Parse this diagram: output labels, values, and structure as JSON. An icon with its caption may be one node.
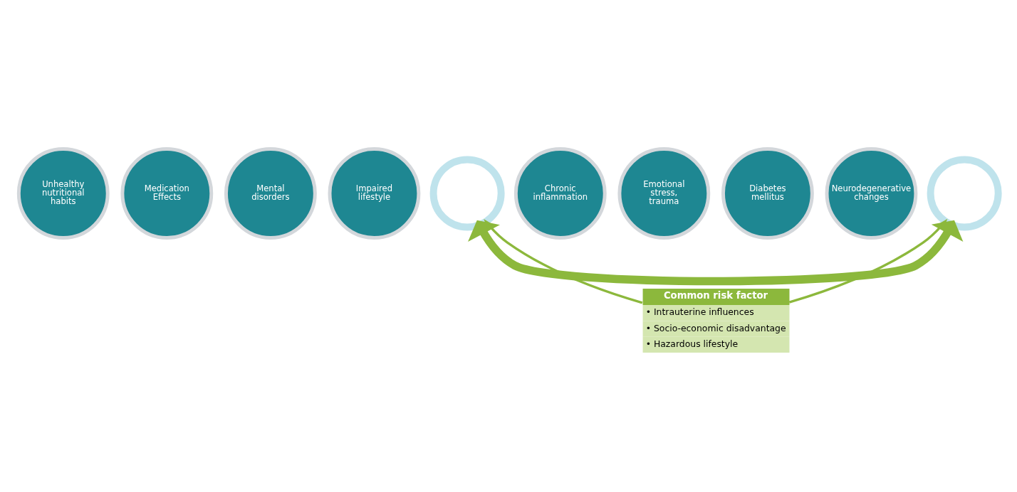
{
  "diagram": {
    "nodes": [
      {
        "text": [],
        "shape": "circle"
      },
      {
        "text": [
          "Impaired lifestyle"
        ]
      },
      {
        "text": [
          "Mental disorders"
        ]
      },
      {
        "text": [
          "Medication Effects"
        ]
      },
      {
        "text": [
          "Unhealthy nutritional habits"
        ]
      },
      {
        "text": [],
        "shape": "circle"
      },
      {
        "text": [
          "Neurodegenerative changes"
        ]
      },
      {
        "text": [
          "Diabetes mellitus"
        ]
      },
      {
        "text": [
          "Emotional stress, trauma"
        ]
      },
      {
        "text": [
          "Chronic inflammation"
        ]
      },
      {
        "text": [
          "Common risk factor",
          "• Intrauterine influences",
          "• Socio-economic disadvantage",
          "• Hazardous lifestyle"
        ]
      }
    ],
    "edges": [
      {
        "from": 0,
        "to": 5,
        "arrow": "both",
        "style": "thick"
      },
      {
        "from": 10,
        "to": 0,
        "arrow": "to"
      },
      {
        "from": 10,
        "to": 5,
        "arrow": "to"
      }
    ]
  }
}
